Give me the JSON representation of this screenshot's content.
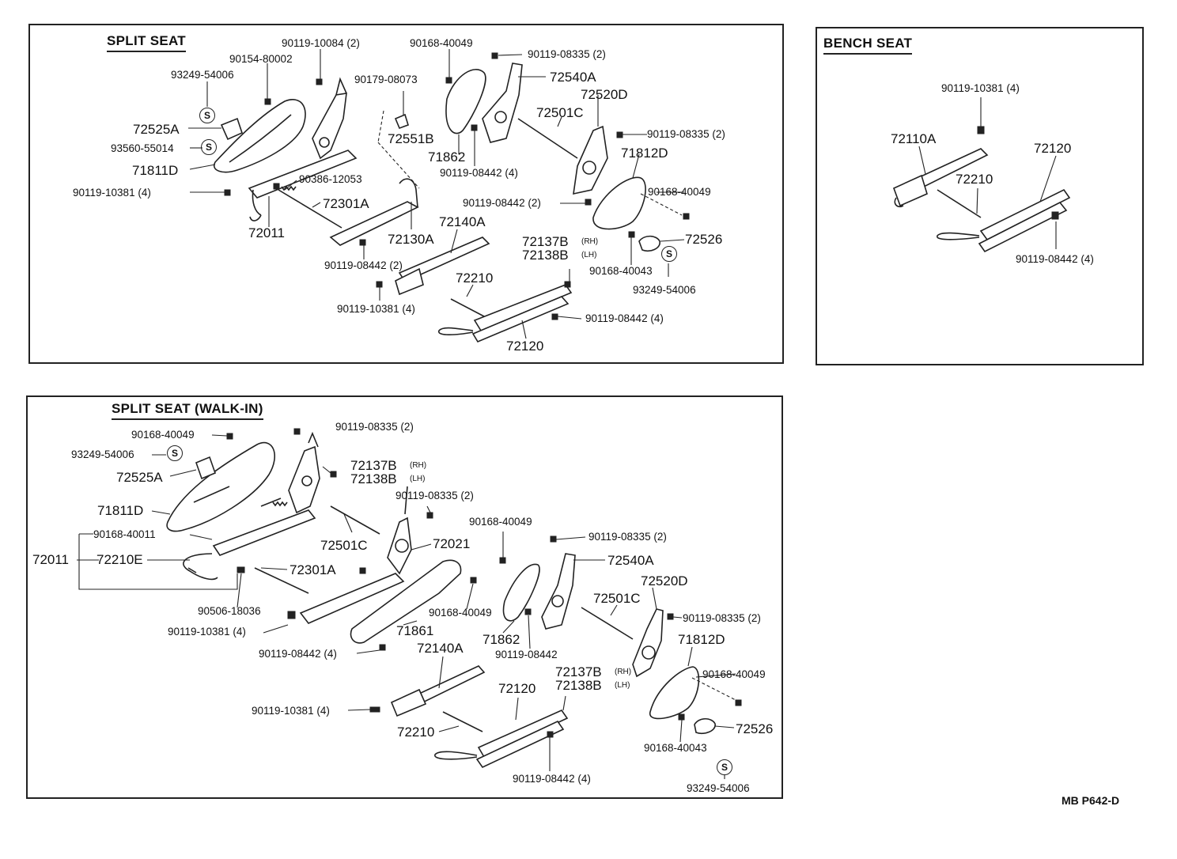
{
  "panels": {
    "split": {
      "title": "SPLIT SEAT",
      "labels": {
        "a1": "90119-10084 (2)",
        "a2": "90154-80002",
        "a3": "93249-54006",
        "a4": "72525A",
        "a5": "93560-55014",
        "a6": "71811D",
        "a7": "90119-10381 (4)",
        "a8": "72011",
        "a9": "90386-12053",
        "a10": "72301A",
        "a11": "72130A",
        "a12": "90119-08442 (2)",
        "a13": "90119-10381 (4)",
        "a14": "90179-08073",
        "a15": "72551B",
        "a16": "90168-40049",
        "a17": "71862",
        "a18": "90119-08442 (4)",
        "a19": "90119-08335 (2)",
        "a20": "72540A",
        "a21": "72520D",
        "a22": "72501C",
        "a23": "90119-08335 (2)",
        "a24": "71812D",
        "a25": "90119-08442 (2)",
        "a26": "90168-40049",
        "a27": "72526",
        "a28": "90168-40043",
        "a29": "93249-54006",
        "a30": "72140A",
        "a31": "72137B",
        "a31s": "(RH)",
        "a32": "72138B",
        "a32s": "(LH)",
        "a33": "72210",
        "a34": "90119-08442 (4)",
        "a35": "72120"
      }
    },
    "bench": {
      "title": "BENCH SEAT",
      "labels": {
        "b1": "90119-10381 (4)",
        "b2": "72110A",
        "b3": "72120",
        "b4": "72210",
        "b5": "90119-08442 (4)"
      }
    },
    "walkin": {
      "title": "SPLIT SEAT (WALK-IN)",
      "labels": {
        "c1": "90168-40049",
        "c2": "93249-54006",
        "c3": "72525A",
        "c4": "71811D",
        "c5": "90168-40011",
        "c6": "72011",
        "c7": "72210E",
        "c8": "90506-18036",
        "c9": "90119-10381 (4)",
        "c10": "90119-08442 (4)",
        "c11": "90119-08335 (2)",
        "c12": "72137B",
        "c12s": "(RH)",
        "c13": "72138B",
        "c13s": "(LH)",
        "c14": "90119-08335 (2)",
        "c15": "72501C",
        "c16": "72021",
        "c17": "72301A",
        "c18": "90168-40049",
        "c19": "71861",
        "c20": "90168-40049",
        "c21": "90119-08335 (2)",
        "c22": "72540A",
        "c23": "72520D",
        "c24": "72501C",
        "c25": "90119-08335 (2)",
        "c26": "71862",
        "c27": "90119-08442",
        "c28": "71812D",
        "c29": "90168-40049",
        "c30": "72526",
        "c31": "90168-40043",
        "c32": "93249-54006",
        "c33": "72140A",
        "c34": "72137B",
        "c34s": "(RH)",
        "c35": "72138B",
        "c35s": "(LH)",
        "c36": "72120",
        "c37": "90119-10381 (4)",
        "c38": "72210",
        "c39": "90119-08442 (4)"
      }
    }
  },
  "symbol_letter": "S",
  "drawing_code": "MB  P642-D"
}
